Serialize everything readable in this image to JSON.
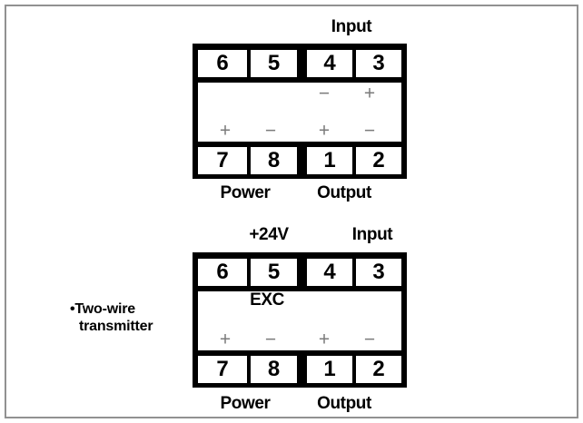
{
  "diagram": {
    "upper_block": {
      "input_label": "Input",
      "top_terminals": {
        "t6": "6",
        "t5": "5",
        "t4": "4",
        "t3": "3"
      },
      "bottom_terminals": {
        "t7": "7",
        "t8": "8",
        "t1": "1",
        "t2": "2"
      },
      "signs": {
        "input_minus": "−",
        "input_plus": "+",
        "power_plus": "+",
        "power_minus": "−",
        "output_plus": "+",
        "output_minus": "−"
      },
      "power_label": "Power",
      "output_label": "Output"
    },
    "lower_block": {
      "v24_label": "+24V",
      "input_label": "Input",
      "exc_label": "EXC",
      "top_terminals": {
        "t6": "6",
        "t5": "5",
        "t4": "4",
        "t3": "3"
      },
      "bottom_terminals": {
        "t7": "7",
        "t8": "8",
        "t1": "1",
        "t2": "2"
      },
      "signs": {
        "power_plus": "+",
        "power_minus": "−",
        "output_plus": "+",
        "output_minus": "−"
      },
      "power_label": "Power",
      "output_label": "Output"
    },
    "note": {
      "line1": "•Two-wire",
      "line2": "transmitter"
    }
  },
  "colors": {
    "terminal_frame": "#000000",
    "sign_gray": "#7b7b7b",
    "page_border": "#919191",
    "background": "#ffffff"
  }
}
